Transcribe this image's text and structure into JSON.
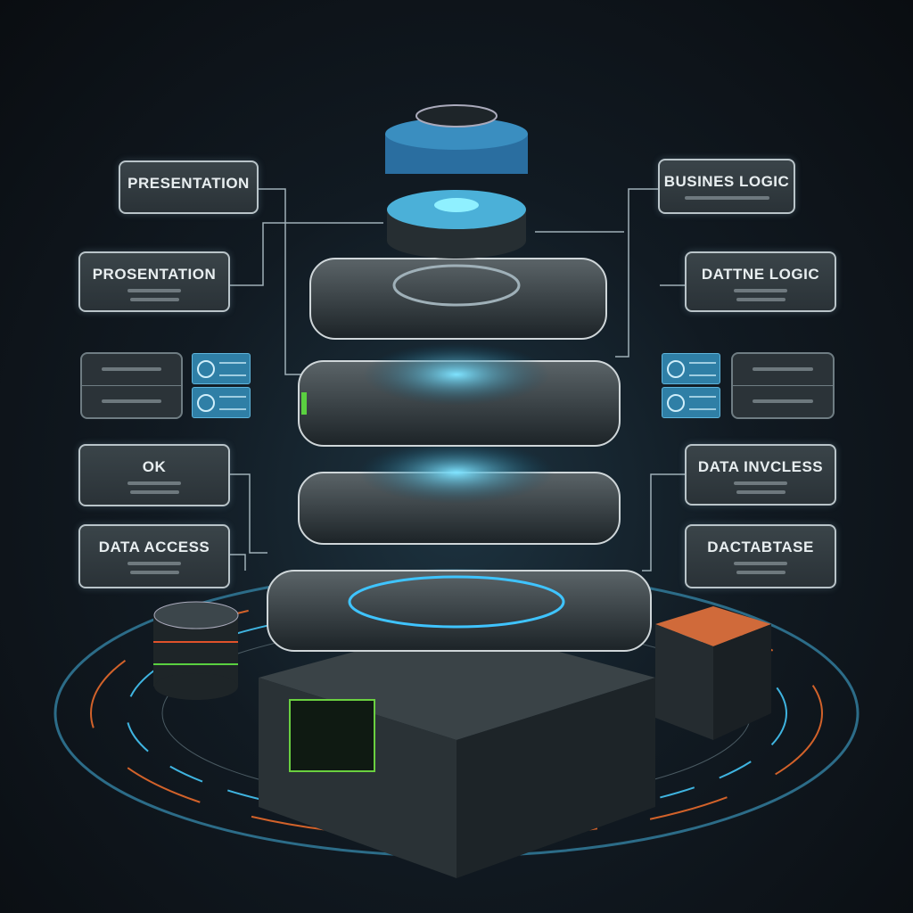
{
  "left_labels": [
    {
      "title": "PRESENTATION"
    },
    {
      "title": "PROSENTATION"
    },
    {
      "title": "OK"
    },
    {
      "title": "DATA ACCESS"
    }
  ],
  "right_labels": [
    {
      "title": "BUSINES LOGIC"
    },
    {
      "title": "DATTNE LOGIC"
    },
    {
      "title": "DATA INVCLESS"
    },
    {
      "title": "DACTABTASE"
    }
  ],
  "colors": {
    "accent": "#3fc4ff",
    "frame": "#b9c4c9",
    "background": "#0d1318"
  }
}
